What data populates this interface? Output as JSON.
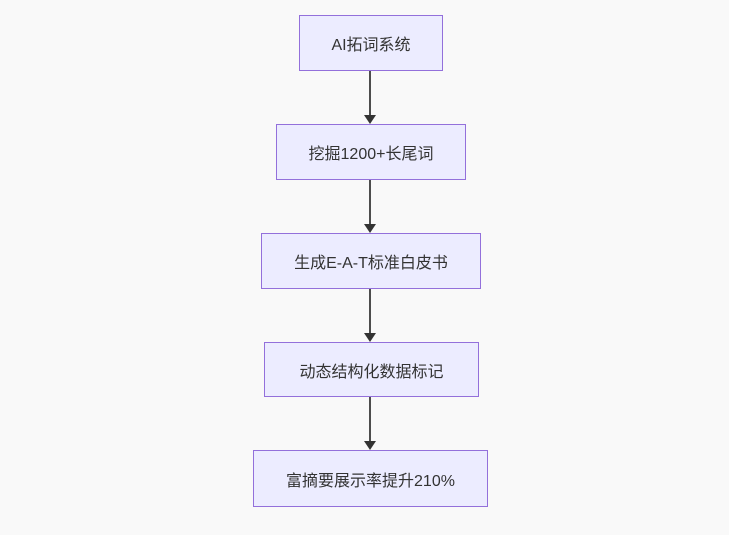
{
  "diagram": {
    "type": "flowchart",
    "direction": "top-to-bottom",
    "nodes": [
      {
        "label": "AI拓词系统"
      },
      {
        "label": "挖掘1200+长尾词"
      },
      {
        "label": "生成E-A-T标准白皮书"
      },
      {
        "label": "动态结构化数据标记"
      },
      {
        "label": "富摘要展示率提升210%"
      }
    ],
    "edges": [
      {
        "from": 0,
        "to": 1,
        "style": "arrow-down"
      },
      {
        "from": 1,
        "to": 2,
        "style": "arrow-down"
      },
      {
        "from": 2,
        "to": 3,
        "style": "arrow-down"
      },
      {
        "from": 3,
        "to": 4,
        "style": "arrow-down"
      }
    ],
    "colors": {
      "node_fill": "#ECECFF",
      "node_border": "#9370DB",
      "node_text": "#333333",
      "arrow": "#333333",
      "background": "#f9f9f9"
    }
  }
}
